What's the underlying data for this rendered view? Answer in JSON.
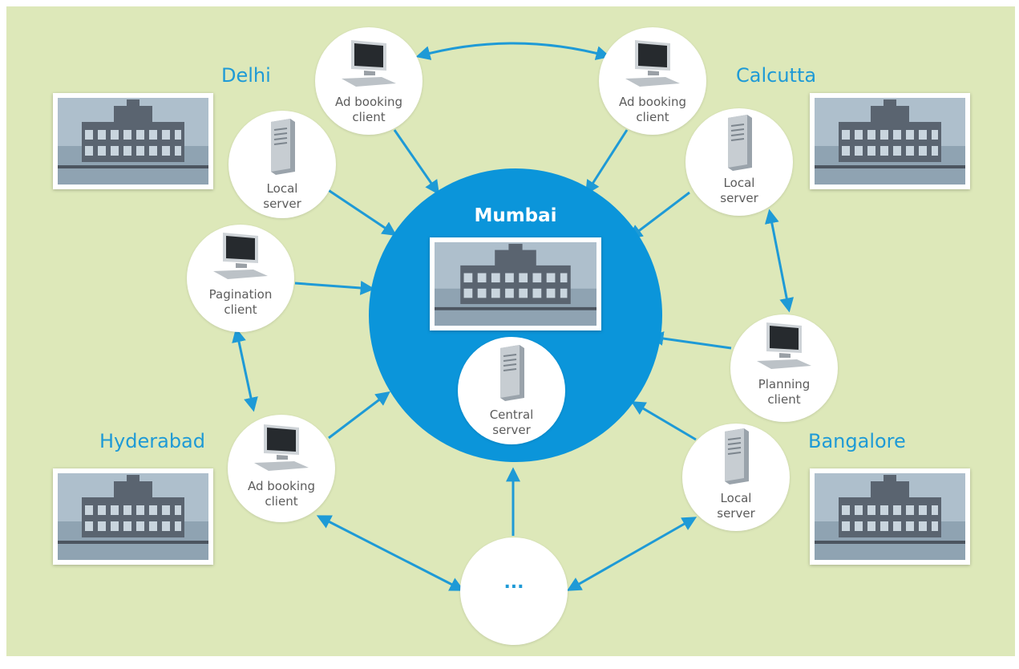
{
  "hub": {
    "city": "Mumbai"
  },
  "cities": {
    "delhi": "Delhi",
    "calcutta": "Calcutta",
    "hyderabad": "Hyderabad",
    "bangalore": "Bangalore"
  },
  "nodes": {
    "central_server": {
      "line1": "Central",
      "line2": "server",
      "icon": "server-icon"
    },
    "ad_booking_top_left": {
      "line1": "Ad booking",
      "line2": "client",
      "icon": "monitor-icon"
    },
    "ad_booking_top_right": {
      "line1": "Ad booking",
      "line2": "client",
      "icon": "monitor-icon"
    },
    "delhi_local_server": {
      "line1": "Local",
      "line2": "server",
      "icon": "server-icon"
    },
    "calcutta_local_server": {
      "line1": "Local",
      "line2": "server",
      "icon": "server-icon"
    },
    "pagination_client": {
      "line1": "Pagination",
      "line2": "client",
      "icon": "monitor-icon"
    },
    "planning_client": {
      "line1": "Planning",
      "line2": "client",
      "icon": "monitor-icon"
    },
    "hyderabad_ad_booking": {
      "line1": "Ad booking",
      "line2": "client",
      "icon": "monitor-icon"
    },
    "bangalore_local_server": {
      "line1": "Local",
      "line2": "server",
      "icon": "server-icon"
    },
    "more": {
      "label": "..."
    }
  },
  "colors": {
    "background": "#dde8b9",
    "hub": "#0b95da",
    "arrow": "#1e9ad6",
    "city_text": "#1e9ad6"
  }
}
